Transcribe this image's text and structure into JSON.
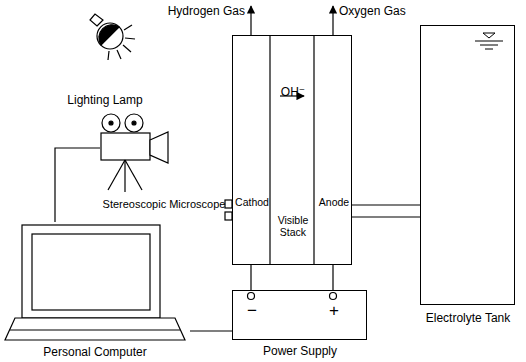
{
  "diagram": {
    "nodes": [
      {
        "text": [
          "Lighting Lamp"
        ]
      },
      {
        "text": [
          "Stereoscopic Microscope"
        ]
      },
      {
        "text": [
          "Personal Computer"
        ]
      },
      {
        "text": [
          "OH⁻",
          "Cathod",
          "Visible Stack",
          "Anode"
        ]
      },
      {
        "text": [
          "Electrolyte Tank"
        ]
      },
      {
        "text": [
          "−",
          "+",
          "Power Supply"
        ]
      }
    ],
    "edges": [
      {
        "from": 1,
        "to": 2,
        "arrow": "none"
      },
      {
        "from": 2,
        "to": 5,
        "arrow": "none"
      },
      {
        "from": 3,
        "to": 4,
        "arrow": "none"
      },
      {
        "from": 3,
        "to": 4,
        "arrow": "none"
      },
      {
        "from": 3,
        "to": 5,
        "arrow": "none"
      },
      {
        "from": 3,
        "to": 5,
        "arrow": "none"
      }
    ],
    "labels": [
      "Hydrogen Gas",
      "Oxygen Gas"
    ]
  }
}
